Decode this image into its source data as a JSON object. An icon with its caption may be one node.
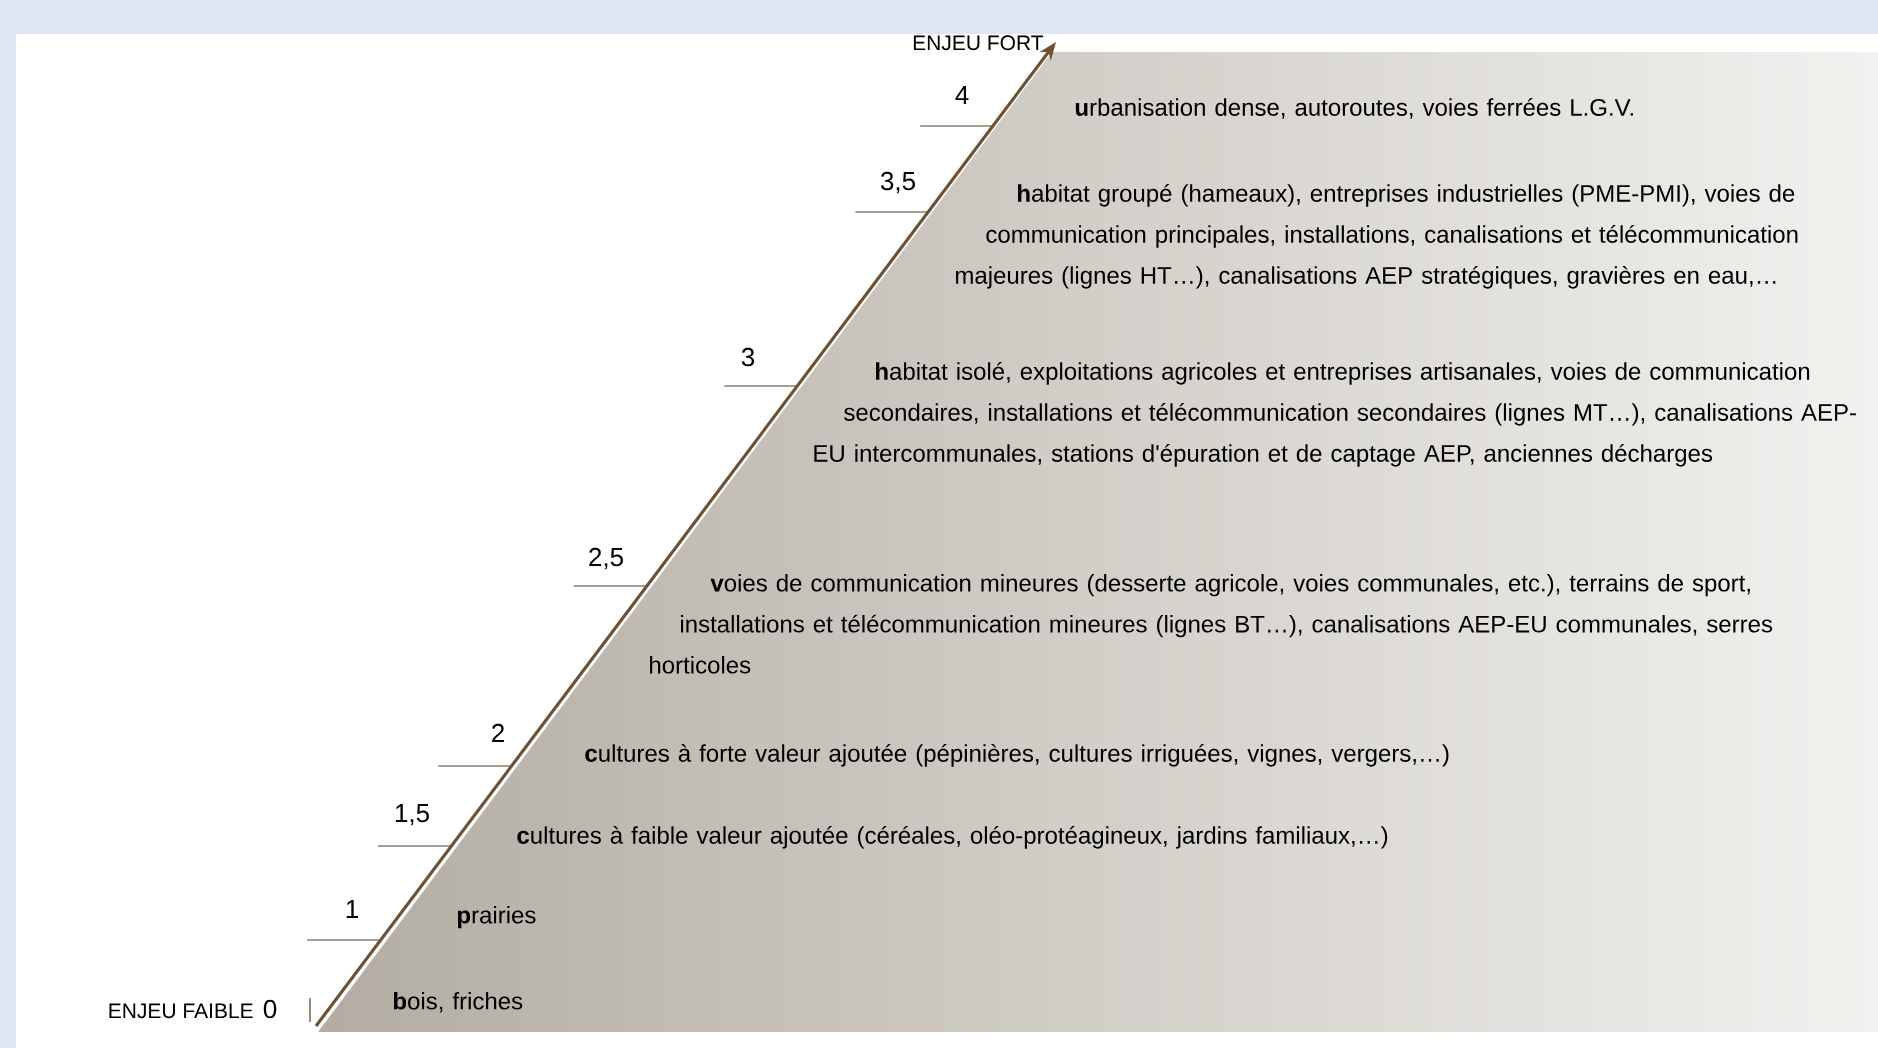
{
  "diagram": {
    "labels": [
      "ENJEU FORT",
      "4",
      "**u**rbanisation dense, autoroutes, voies ferrées L.G.V.",
      "3,5",
      "**h**abitat groupé (hameaux), entreprises industrielles (PME-PMI), voies de communication principales, installations, canalisations et télécommunication majeures (lignes HT…), canalisations AEP stratégiques, gravières en eau,…",
      "3",
      "**h**abitat isolé, exploitations agricoles et entreprises artisanales, voies de communication secondaires, installations et télécommunication secondaires (lignes MT…), canalisations AEP-EU intercommunales, stations d'épuration et de captage AEP, anciennes décharges",
      "2,5",
      "**v**oies de communication mineures (desserte agricole, voies communales, etc.), terrains de sport, installations et télécommunication mineures (lignes BT…), canalisations AEP-EU communales, serres horticoles",
      "2",
      "**c**ultures à forte valeur ajoutée (pépinières, cultures irriguées, vignes, vergers,…)",
      "1,5",
      "**c**ultures à faible valeur ajoutée (céréales, oléo-protéagineux, jardins familiaux,…)",
      "1",
      "**p**rairies",
      "ENJEU FAIBLE",
      "0",
      "**b**ois, friches"
    ]
  }
}
